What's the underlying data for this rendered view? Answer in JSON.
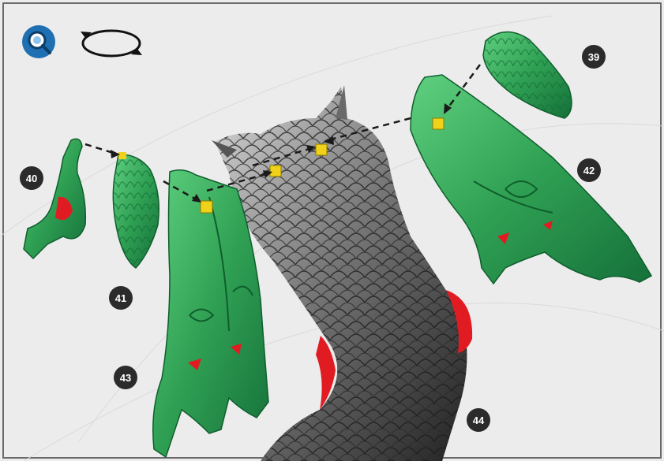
{
  "toolbar": {
    "zoom_icon": "magnifier-icon",
    "rotate_icon": "rotate-arrows-icon"
  },
  "parts": [
    {
      "id": "39",
      "color": "#2fa053"
    },
    {
      "id": "40",
      "color": "#2fa053"
    },
    {
      "id": "41",
      "color": "#2fa053"
    },
    {
      "id": "42",
      "color": "#2fa053"
    },
    {
      "id": "43",
      "color": "#2fa053"
    },
    {
      "id": "44",
      "color": "#3a3a3a"
    }
  ],
  "colors": {
    "new_part": "#2fa053",
    "existing_part": "#3a3a3a",
    "glue_point": "#f1d21a",
    "contact_area": "#e01c22",
    "badge": "#2b2b2b"
  }
}
